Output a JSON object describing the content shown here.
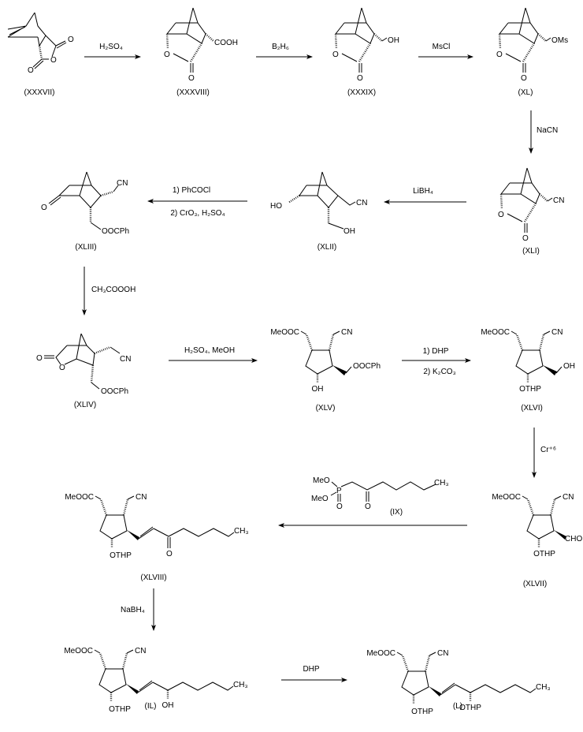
{
  "compounds": {
    "XXXVII": {
      "label": "(XXXVII)",
      "atoms": {
        "o1": "O",
        "o2": "O",
        "o3": "O"
      }
    },
    "XXXVIII": {
      "label": "(XXXVIII)",
      "sub": "COOH",
      "o_ring": "O",
      "o_keto": "O"
    },
    "XXXIX": {
      "label": "(XXXIX)",
      "sub": "OH",
      "o_ring": "O",
      "o_keto": "O"
    },
    "XL": {
      "label": "(XL)",
      "sub": "OMs",
      "o_ring": "O",
      "o_keto": "O"
    },
    "XLI": {
      "label": "(XLI)",
      "sub": "CN",
      "o_ring": "O",
      "o_keto": "O"
    },
    "XLII": {
      "label": "(XLII)",
      "left": "HO",
      "cn": "CN",
      "oh": "OH"
    },
    "XLIII": {
      "label": "(XLIII)",
      "keto": "O",
      "cn": "CN",
      "ester": "OOCPh"
    },
    "XLIV": {
      "label": "(XLIV)",
      "keto": "O",
      "o_ring": "O",
      "cn": "CN",
      "ester": "OOCPh"
    },
    "XLV": {
      "label": "(XLV)",
      "ester": "MeOOC",
      "cn": "CN",
      "side": "OOCPh",
      "bottom": "OH"
    },
    "XLVI": {
      "label": "(XLVI)",
      "ester": "MeOOC",
      "cn": "CN",
      "side": "OH",
      "bottom": "OTHP"
    },
    "XLVII": {
      "label": "(XLVII)",
      "ester": "MeOOC",
      "cn": "CN",
      "side": "CHO",
      "bottom": "OTHP"
    },
    "XLVIII": {
      "label": "(XLVIII)",
      "ester": "MeOOC",
      "cn": "CN",
      "keto": "O",
      "ch3": "CH₃",
      "bottom": "OTHP"
    },
    "IL": {
      "label": "(IL)",
      "ester": "MeOOC",
      "cn": "CN",
      "chain_o": "OH",
      "ch3": "CH₃",
      "bottom": "OTHP"
    },
    "L": {
      "label": "(L)",
      "ester": "MeOOC",
      "cn": "CN",
      "chain_o": "OTHP",
      "ch3": "CH₃",
      "bottom": "OTHP"
    },
    "IX": {
      "label": "(IX)",
      "meo1": "MeO",
      "meo2": "MeO",
      "p": "P",
      "po": "O",
      "co": "O",
      "ch3": "CH₃"
    }
  },
  "reagents": {
    "r1": "H₂SO₄",
    "r2": "B₂H₆",
    "r3": "MsCl",
    "r4": "NaCN",
    "r5": "LiBH₄",
    "r6a": "1) PhCOCl",
    "r6b": "2) CrO₃, H₂SO₄",
    "r7": "CH₃COOOH",
    "r8": "H₂SO₄, MeOH",
    "r9a": "1) DHP",
    "r9b": "2) K₂CO₃",
    "r10": "Cr⁺⁶",
    "r12": "NaBH₄",
    "r13": "DHP"
  }
}
